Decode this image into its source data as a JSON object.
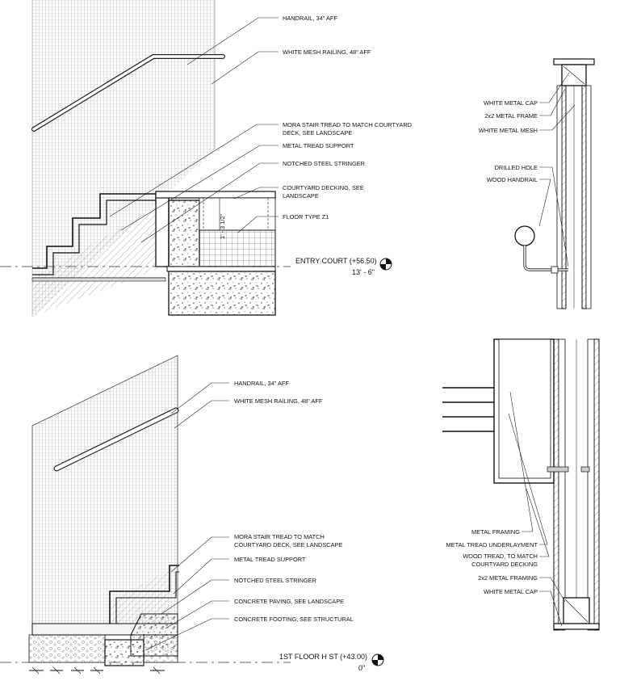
{
  "callouts": {
    "top_section": {
      "handrail": "HANDRAIL, 34\" AFF",
      "mesh_railing": "WHITE MESH RAILING, 48\" AFF",
      "tread_1": "MORA STAIR TREAD TO MATCH COURTYARD",
      "tread_2": "DECK, SEE LANDSCAPE",
      "tread_support": "METAL TREAD SUPPORT",
      "stringer": "NOTCHED STEEL STRINGER",
      "decking_1": "COURTYARD DECKING, SEE",
      "decking_2": "LANDSCAPE",
      "floor_type": "FLOOR TYPE Z1",
      "dimension": "1' - 3 1/2\""
    },
    "top_detail": {
      "cap": "WHITE METAL CAP",
      "frame": "2x2 METAL FRAME",
      "mesh": "WHITE METAL MESH",
      "hole": "DRILLED HOLE",
      "wood_handrail": "WOOD HANDRAIL"
    },
    "bottom_section": {
      "handrail": "HANDRAIL, 34\" AFF",
      "mesh_railing": "WHITE MESH RAILING, 48\" AFF",
      "tread_1": "MORA STAIR TREAD TO MATCH",
      "tread_2": "COURTYARD DECK, SEE LANDSCAPE",
      "tread_support": "METAL TREAD SUPPORT",
      "stringer": "NOTCHED STEEL STRINGER",
      "paving": "CONCRETE PAVING, SEE LANDSCAPE",
      "footing": "CONCRETE FOOTING, SEE STRUCTURAL"
    },
    "bottom_detail": {
      "framing": "METAL FRAMING",
      "underlayment": "METAL TREAD UNDERLAYMENT",
      "wood_tread_1": "WOOD TREAD, TO MATCH",
      "wood_tread_2": "COURTYARD DECKING",
      "frame_2x2": "2x2 METAL FRAMING",
      "cap": "WHITE METAL CAP"
    }
  },
  "levels": {
    "entry_name": "ENTRY COURT (+56.50)",
    "entry_elev": "13' - 6\"",
    "first_name": "1ST FLOOR H ST (+43.00)",
    "first_elev": "0\""
  },
  "colors": {
    "line": "#1a1a1a",
    "mesh": "#9a9a9a",
    "fill": "#ffffff"
  }
}
